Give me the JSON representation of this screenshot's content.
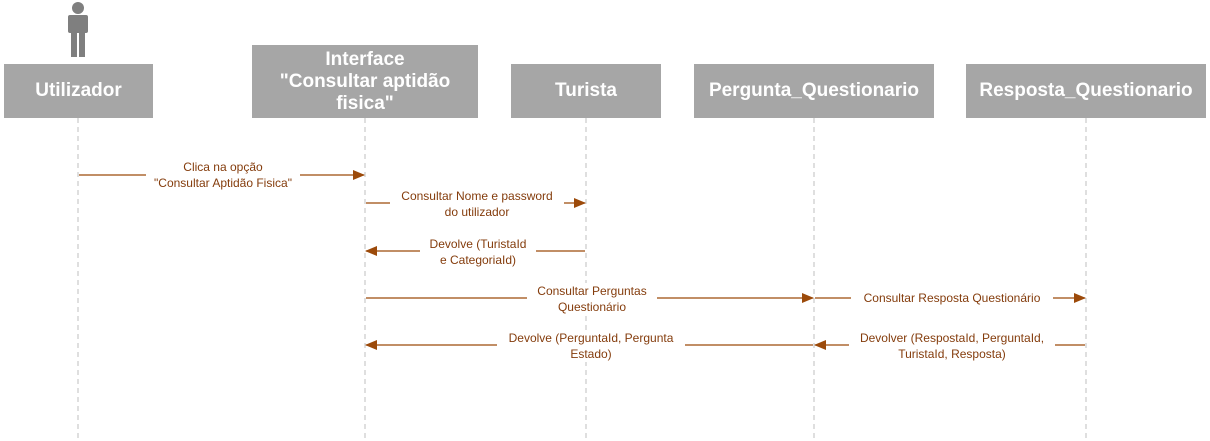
{
  "colors": {
    "header_bg": "#a6a6a6",
    "header_text": "#ffffff",
    "arrow": "#9c4a0a",
    "label": "#843c0c",
    "lifeline": "#bfbfbf"
  },
  "actor": {
    "icon": "person-icon"
  },
  "participants": {
    "utilizador": "Utilizador",
    "interface_line1": "Interface",
    "interface_line2": "\"Consultar aptidão",
    "interface_line3": "fisica\"",
    "turista": "Turista",
    "pergunta": "Pergunta_Questionario",
    "resposta": "Resposta_Questionario"
  },
  "messages": {
    "m1_line1": "Clica na opção",
    "m1_line2": "\"Consultar Aptidão Fisica\"",
    "m2_line1": "Consultar Nome e password",
    "m2_line2": "do utilizador",
    "m3_line1": "Devolve (TuristaId",
    "m3_line2": "e CategoriaId)",
    "m4_line1": "Consultar Perguntas",
    "m4_line2": "Questionário",
    "m5": "Consultar Resposta Questionário",
    "m6_line1": "Devolve (PerguntaId, Pergunta",
    "m6_line2": "Estado)",
    "m7_line1": "Devolver (RespostaId, PerguntaId,",
    "m7_line2": "TuristaId, Resposta)"
  }
}
